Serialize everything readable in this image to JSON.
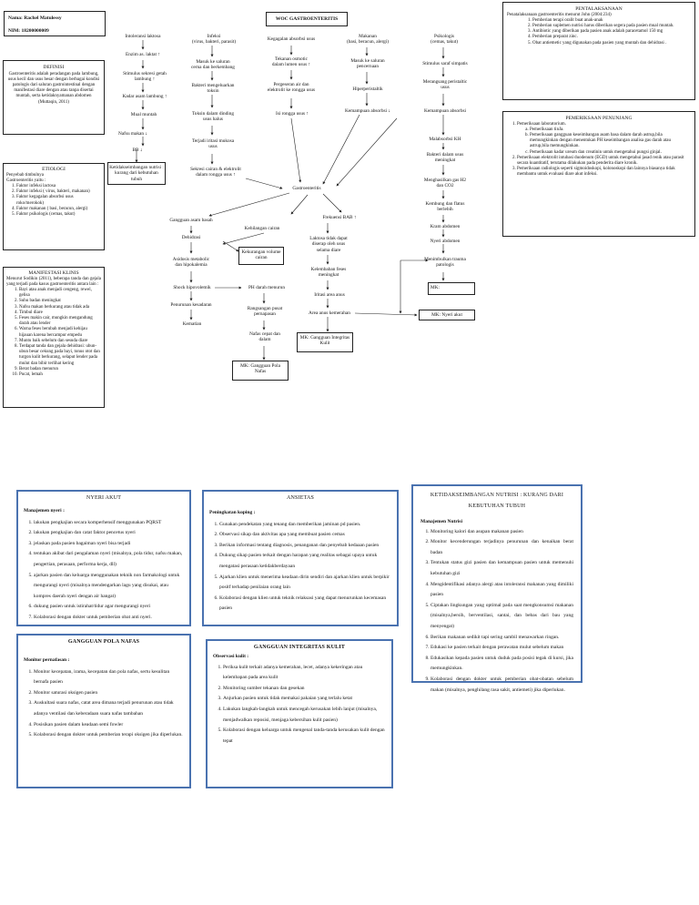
{
  "header": {
    "name": "Nama: Rachel Matulessy",
    "nim": "NIM: 18200000009",
    "title": "WOC GASTROENTERITIS"
  },
  "definisi": {
    "title": "DEFINISI",
    "text": "Gastroenteritis adalah peradangan pada lambung, usus kecil dan usus besar dengan berbagai kondisi patologis dari saluran gastrointestinal dengan manifestasi diare dengan atau tanpa disertai muntah, serta ketidaknyamanan abdomen (Muttaqin, 2011)"
  },
  "etiologi": {
    "title": "ETIOLOGI",
    "intro1": "Penyebab timbulnya",
    "intro2": "Gastroenteritis yaitu :",
    "items": [
      "Faktor infeksi lactosa",
      "Faktor infeksi ( virus, bakteri, makanan)",
      "Faktor kegagalan absorbsi usus roko/merokok)",
      "Faktor makanan ( basi, beracun, alergi)",
      "Faktor psikologis (cemas, takut)"
    ]
  },
  "manifestasi": {
    "title": "MANIFESTASI KLINIS",
    "intro": "Menurut Sodikin (2011), beberapa tanda dan gejala yang terjadi pada kasus gastroenteritis antara lain :",
    "items": [
      "Bayi atau anak menjadi cengeng, rewel, gelisa",
      "Suhu badan meningkat",
      "Nafsu makan berkurang atau tidak ada",
      "Timbul diare",
      "Feses makin cair, mungkin mengandung darah atau lender",
      "Warna feses berubah menjadi kehijau hijauan karena bercampur empedu",
      "Muntu baik sebelum dan sesuda diare",
      "Terdapat tanda dan gejala dehidrasi: ubun-ubun besar cekung pada bayi, tonus otot dan turgon kulit berkurang, selaput lender pada mulut dan bibir terlihat kering",
      "Berat badan menurun",
      "Pucat, lemah"
    ]
  },
  "pentalaksanaan": {
    "title": "PENTALAKSANAAN",
    "intro": "Penatalaksanaan gastroenteritis menurut John (2004:234)",
    "items": [
      "Pemberian terapi oralit buat anak-anak",
      "Pemberian suplemen nutrisi harus diberikan segera pada pasien mual muntah.",
      "Antibiotic yang diberikan pada pasien anak adalah paracetamol 150 mg",
      "Pemberian preparat zinc.",
      "Obat antiemetic yang digunakan pada pasien yang muntah dan dehidrasi ."
    ]
  },
  "penunjang": {
    "title": "PEMERIKSAAN PENUNJANG",
    "item1": "Pemeriksaan laboratorium.",
    "sub": [
      "Pemeriksaan tinJa.",
      "Pemeriksaan gangguan keseimbangan asam basa dalam darah astrup,bila memungkinkan dengan menentukan PH keseimbangan analisa gas darah atau astrup,bila memungkinkan.",
      "Pemeriksaan kadar ureum dan creatinin untuk mengetahui pungsi ginjal."
    ],
    "item2": "Pemeriksaan elektrolit intubasi duodenum (EGD) untuk mengetahui jasad renik atau parasit secara kuantitatif, terutama dilakukan pada penderita diare kronik.",
    "item3": "Pemeriksaan radiologis seperti sigmoidoskopi, kolonoskopi dan lainnya biasanya tidak membantu untuk evaluasi diare akut infeksi."
  },
  "flow": {
    "intoleransi": "Intoleransi laktosa",
    "infeksi": "Infeksi\n(virus, bakteri, parasit)",
    "kegagalan": "Kegagalan absorbsi usus",
    "makanan": "Makanan\n(basi, beracun, alergi)",
    "psikologis": "Psikologis\n(cemas, takut)",
    "enzim": "Enzim as. laktat ↑",
    "stimulus_sekresi": "Stimulus sekresi getah\nlambung ↑",
    "kadar_asam": "Kadar asam lambung ↑",
    "mual": "Mual muntah",
    "nafsu": "Nafsu makan ↓",
    "bb": "BB ↓",
    "masuk_saluran_cerna": "Masuk ke saluran\ncerna dan berkembang",
    "bakteri_toksin": "Bakteri mengeluarkan\ntoksin",
    "toksin_dinding": "Toksin dalam dinding\nusus halus",
    "iritasi_mukosa": "Terjadi iritasi mukosa\nusus",
    "sekresi_cairan": "Sekresi cairan & elektrolit\ndalam rongga usus ↑",
    "tekanan": "Tekanan osmotic\ndalam lumen usus ↑",
    "pergeseran": "Pergeseran air dan\nelektrolit ke rongga usus",
    "isi_rongga": "Isi rongga usus ↑",
    "masuk_pencernaan": "Masuk ke saluran\npencernaan",
    "hiperperistaltik": "Hiperperistaltik",
    "kemampuan_kiri": "Kemampuan absorbsi ↓",
    "stimulus_saraf": "Stimulus saraf simpatis",
    "merangsang": "Merangsang peristaltic\nusus",
    "kemampuan_kanan": "Kemampuan absorbsi",
    "malabsorbsi": "Malabsorbsi KH",
    "bakteri_dalam": "Bakteri dalam usus\nmeningkat",
    "menghasilkan": "Menghasilkan gas H2\ndan CO2",
    "kembung": "Kembung dan flatus\nberlebih",
    "kram": "Kram abdomen",
    "nyeri_abdomen": "Nyeri abdomen",
    "trauma": "Menimbulkan trauma\npatologis",
    "gastroenteritis": "Gastroenteritis",
    "gangguan_asam": "Gangguan asam basah",
    "kehilangan": "Kehilangan cairan",
    "frekuensi": "Frekuensi BAB ↑",
    "dehidrasi": "Dehidrasi",
    "laktosa_diserap": "Laktosa tidak dapat\ndiserap oleh usus\nselama diare",
    "asidosis": "Asidosis metabolic\ndan hipokalemia",
    "kelembaban": "Kelembaban feses\nmeningkat",
    "shock": "Shock hipovolemik",
    "ph": "PH darah menurun",
    "iritasi_anus": "Iritasi area anus",
    "penurunan": "Penurunan kesadaran",
    "rangsangan": "Rangsangan pusat\npernapasan",
    "area_kemerahan": "Area anus kemerahan",
    "kematian": "Kematian",
    "nafas_cepat": "Nafas cepat dan\ndalam"
  },
  "mk": {
    "nutrisi": "Ketidakseimbangan nutrisi : kurang dari kebutuhan tubuh",
    "kekurangan": "Kekurangan volume cairan",
    "gangguan_kulit": "MK: Gangguan Integritas Kulit",
    "nyeri_akut": "MK: Nyeri akut",
    "pola_nafas": "MK: Gangguan Pola Nafas",
    "mk_small": "MK:"
  },
  "intervensi": {
    "nyeri": {
      "title": "NYERI AKUT",
      "subtitle": "Manajemen nyeri :",
      "items": [
        "lakukan pengkajian secara komperhensif menggunakan PQRST",
        "lakukan pengkajian dan catat faktor pencetus nyeri",
        "jelaskan pada pasien bagaiman nyeri bisa terjadi",
        "tentukan akibat dari pengalaman nyeri (misalnya, pola tidur, nafsu makan, pengertian, perasaan, performa kerja, dll)",
        "ajarkan pasien   dan keluarga menggunakan teknik non farmakologi untuk mengurangi nyeri (misalnya mendengarkan lagu yang disukai, atau kompres daerah nyeri dengan air hangat)",
        "dukung pasien untuk istirahat/tidur agar mengurangi nyeri",
        "Kolaborasi dengan dokter untuk pemberian obat anti nyeri."
      ]
    },
    "ansietas": {
      "title": "ANSIETAS",
      "subtitle": "Peningkatan koping  :",
      "items": [
        "Gunakan pendekatan yang tenang dan memberikan jaminan pd pasien.",
        "Observasi sikap dan aktivitas apa yang membuat pasien cemas",
        "Berikan informasi tentang diagnosis, penanganan dan penyebab kedaaan pasien",
        "Dukung sikap pasien terkait dengan harapan yang realitas sebagai upaya untuk mengatasi perasaan ketidakberdayaan",
        "Ajarkan klien untuk menerima keadaan dirin sendiri dan ajarkan klien untuk berpikir positf terhadap penilaian orang lain",
        "Kolaborasi dengan klien untuk teknik relaksasi yang dapat menurunkan kecemasan pasien"
      ]
    },
    "nutrisi": {
      "title": "KETIDAKSEIMBANGAN NUTRISI : KURANG DARI KEBUTUHAN TUBUH",
      "subtitle": "Manajemen Nutrisi",
      "items": [
        "Monitoring kalori dan asupan makanan pasien",
        "Monitor kecenderungan terjadinya penurunan dan kenaikan berat badan",
        "Tentukan status gizi pasien dan kemampuan pasien untuk memenuhi kebutuhan gizi",
        "Mengidentifikasi adanya alergi atau intoleransi makanan yang dimiliki pasien",
        "Ciptakan lingkungan yang optimal pada saat mengkonsumsi makanan (misalnya,bersih, berventilasi, santai, dan bebas dari bau yang menyengat)",
        "Berikan makanan sedikit tapi sering sambil menawarkan ringan.",
        "Edukasi ke pasien terkait dengan perawatan mulut sebelum makan",
        "Edukasikan kepada pasien untuk duduk pada posisi tegak di kursi, jika memungkinkan.",
        "Kolaborasi dengan dokter untuk pemberian obat-obatan sebelum makan (misalnya, penghilang rasa sakit, antiemeti) jika diperlukan."
      ]
    },
    "pola_nafas": {
      "title": "GANGGUAN POLA NAFAS",
      "subtitle": "Monitor pernafasan :",
      "items": [
        "Monitor kecepatan, irama, kecepatan dan pola nafas, sertu kesulitan bernafa pasien",
        "Monitor saturasi oksigen pasien",
        "Auskultasi suara nafas, catat area dimana terjadi penurunan atau tidak adanya ventilasi dan keberadaan suara nafas tambahan",
        "Posisikan pasien dalam keadaan semi fowler",
        "Kolaborasi dengan dokter untuk pemberian terapi oksigen jika diperlukan."
      ]
    },
    "kulit": {
      "title": "GANGGUAN INTEGRITAS KULIT",
      "subtitle": "Observasi kulit :",
      "items": [
        "Periksa kulit terkait adanya kemerahan, lecet, adanya kekeringan atau kelembapan pada area kulit",
        "Monitoring sumber tekanan dan gesekan",
        "Anjurkan pasien untuk tidak memakai pakaian yang terlalu ketat",
        "Lakukan langkah-langkah untuk mencegah kerusakan lebih lanjut (misalnya, menjadwalkan reposisi, menjaga kebersihan kulit pasien)",
        "Kolaborasi dengan keluarga untuk mengenal tanda-tanda kerusakan kulit dengan tepat"
      ]
    }
  }
}
